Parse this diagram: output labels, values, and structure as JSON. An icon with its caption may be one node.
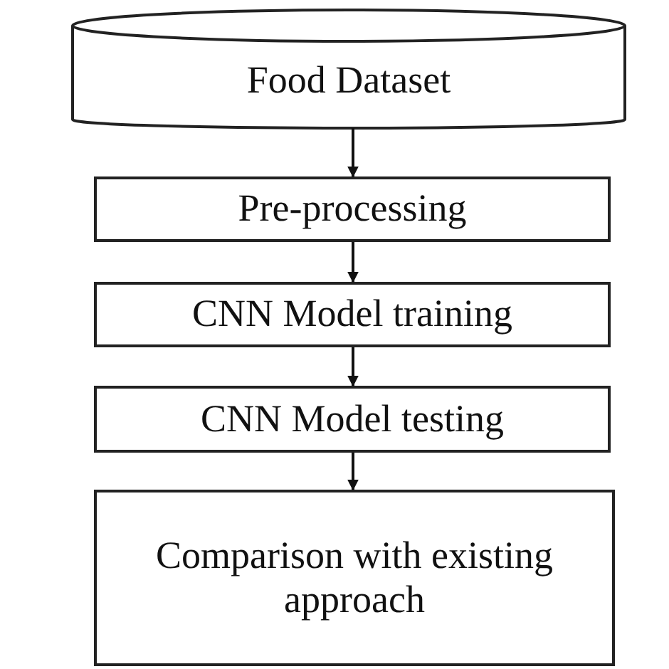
{
  "diagram": {
    "nodes": [
      {
        "text": [
          "Food Dataset"
        ]
      },
      {
        "text": [
          "Pre-processing"
        ]
      },
      {
        "text": [
          "CNN Model training"
        ]
      },
      {
        "text": [
          "CNN Model testing"
        ]
      },
      {
        "text": [
          "Comparison with existing approach"
        ]
      }
    ],
    "edges": [
      {
        "from": 0,
        "to": 1,
        "arrow": "to"
      },
      {
        "from": 1,
        "to": 2,
        "arrow": "to"
      },
      {
        "from": 2,
        "to": 3,
        "arrow": "to"
      },
      {
        "from": 3,
        "to": 4,
        "arrow": "to"
      }
    ]
  }
}
